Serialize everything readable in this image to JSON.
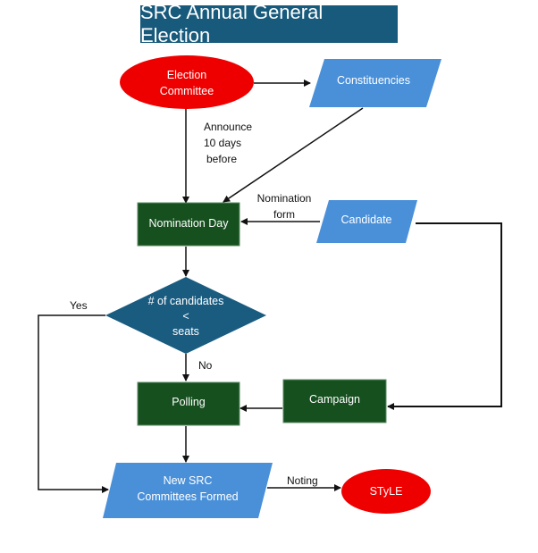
{
  "title": "SRC Annual General Election",
  "colors": {
    "title_bg": "#175a7c",
    "terminator": "#ee0000",
    "data_io": "#4a90d9",
    "process": "#16501f",
    "decision": "#1a5c80",
    "arrow": "#111111"
  },
  "nodes": {
    "election_committee": {
      "line1": "Election",
      "line2": "Committee",
      "shape": "ellipse"
    },
    "constituencies": {
      "label": "Constituencies",
      "shape": "parallelogram"
    },
    "nomination_day": {
      "label": "Nomination Day",
      "shape": "rectangle"
    },
    "candidate": {
      "label": "Candidate",
      "shape": "parallelogram"
    },
    "decision": {
      "line1": "# of candidates",
      "line2": "<",
      "line3": "seats",
      "shape": "diamond"
    },
    "polling": {
      "label": "Polling",
      "shape": "rectangle"
    },
    "campaign": {
      "label": "Campaign",
      "shape": "rectangle"
    },
    "new_committees": {
      "line1": "New SRC",
      "line2": "Committees Formed",
      "shape": "parallelogram"
    },
    "style": {
      "label": "STyLE",
      "shape": "ellipse"
    }
  },
  "edge_labels": {
    "announce": {
      "line1": "Announce",
      "line2": "10 days",
      "line3": "before"
    },
    "nomination_form": {
      "line1": "Nomination",
      "line2": "form"
    },
    "yes": "Yes",
    "no": "No",
    "noting": "Noting"
  }
}
